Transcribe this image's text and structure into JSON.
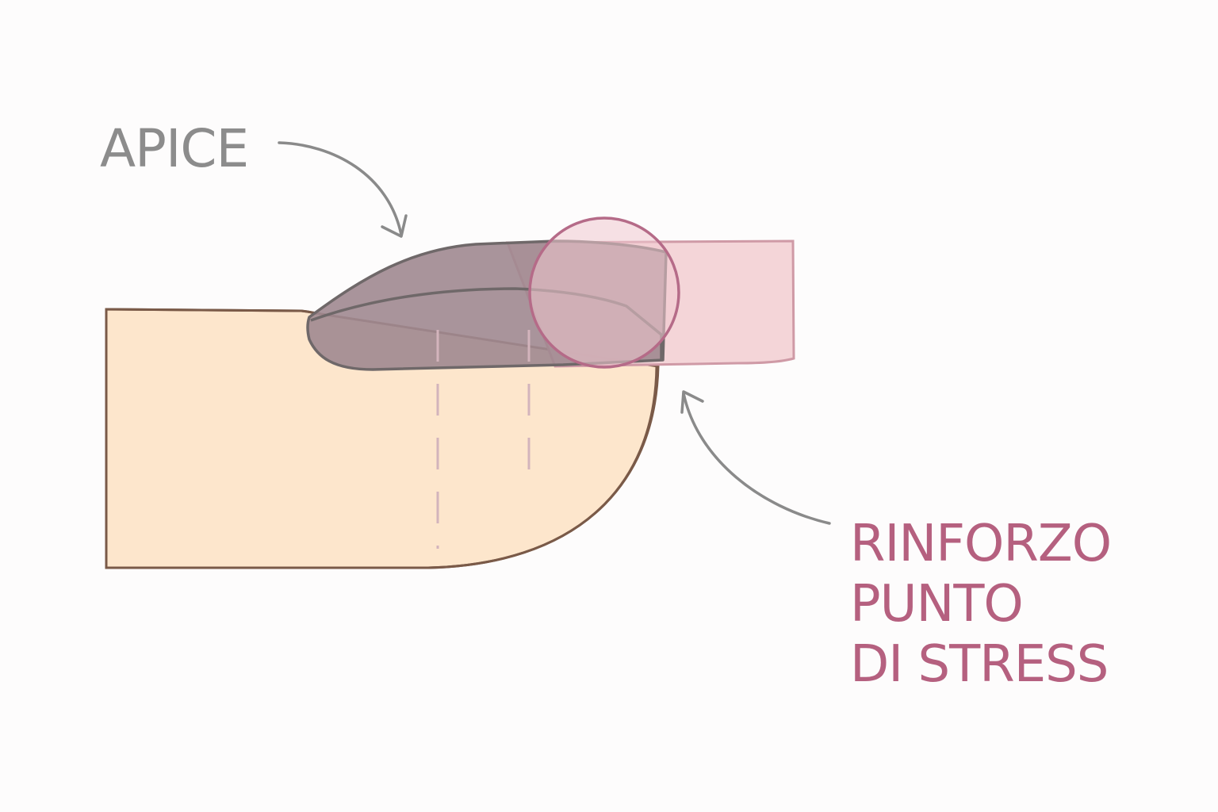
{
  "labels": {
    "apex": "APICE",
    "stress_reinforcement": [
      "RINFORZO",
      "PUNTO",
      "DI STRESS"
    ]
  },
  "colors": {
    "background": "#fdfcfc",
    "finger_fill": "#fde6cc",
    "finger_outline": "#7a5a48",
    "nail_fill": "#a08890",
    "nail_outline": "#6f6869",
    "extension_fill": "#f3d3d6",
    "extension_outline": "#cf9aa6",
    "stress_circle_fill": "#f1c8d0",
    "stress_circle_outline": "#b56b88",
    "guide_lines": "#d3b4bc",
    "arrow": "#8a8a8a",
    "apex_text": "#8c8c8c",
    "stress_text": "#b5607f"
  }
}
